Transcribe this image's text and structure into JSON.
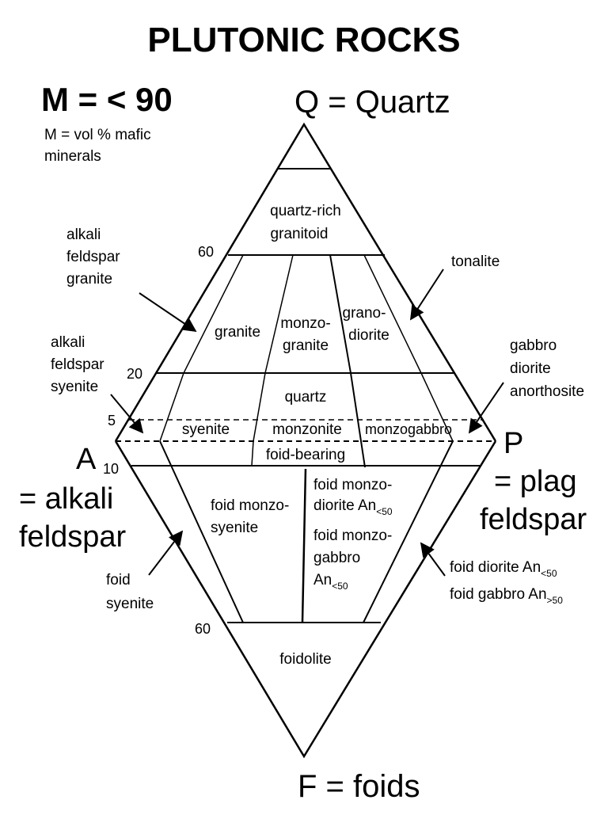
{
  "title": "PLUTONIC ROCKS",
  "m_header": {
    "value": "M = < 90",
    "definition_line1": "M = vol % mafic",
    "definition_line2": "minerals"
  },
  "apices": {
    "q": "Q = Quartz",
    "a_letter": "A",
    "a_desc_line1": "= alkali",
    "a_desc_line2": "feldspar",
    "p_letter": "P",
    "p_desc_line1": "= plag",
    "p_desc_line2": "feldspar",
    "f": "F = foids"
  },
  "ticks": {
    "q60": "60",
    "q20": "20",
    "q5": "5",
    "f10": "10",
    "f60": "60"
  },
  "fields": {
    "quartz_rich_line1": "quartz-rich",
    "quartz_rich_line2": "granitoid",
    "granite": "granite",
    "monzogranite_line1": "monzo-",
    "monzogranite_line2": "granite",
    "granodiorite_line1": "grano-",
    "granodiorite_line2": "diorite",
    "quartz": "quartz",
    "syenite": "syenite",
    "monzonite": "monzonite",
    "monzogabbro": "monzogabbro",
    "foid_bearing": "foid-bearing",
    "foid_monzosyenite_line1": "foid monzo-",
    "foid_monzosyenite_line2": "syenite",
    "foid_monzodiorite_line1": "foid monzo-",
    "foid_monzodiorite_line2_text": "diorite An",
    "foid_monzodiorite_line2_sub": "<50",
    "foid_monzogabbro_line1": "foid monzo-",
    "foid_monzogabbro_line2": "gabbro",
    "foid_monzogabbro_line3_text": "An",
    "foid_monzogabbro_line3_sub": "<50",
    "foidolite": "foidolite"
  },
  "callouts": {
    "alkali_feldspar_granite": [
      "alkali",
      "feldspar",
      "granite"
    ],
    "alkali_feldspar_syenite": [
      "alkali",
      "feldspar",
      "syenite"
    ],
    "tonalite": "tonalite",
    "gabbro_group": [
      "gabbro",
      "diorite",
      "anorthosite"
    ],
    "foid_syenite": [
      "foid",
      "syenite"
    ],
    "foid_diorite_text": "foid diorite An",
    "foid_diorite_sub": "<50",
    "foid_gabbro_text": "foid gabbro An",
    "foid_gabbro_sub": ">50"
  }
}
